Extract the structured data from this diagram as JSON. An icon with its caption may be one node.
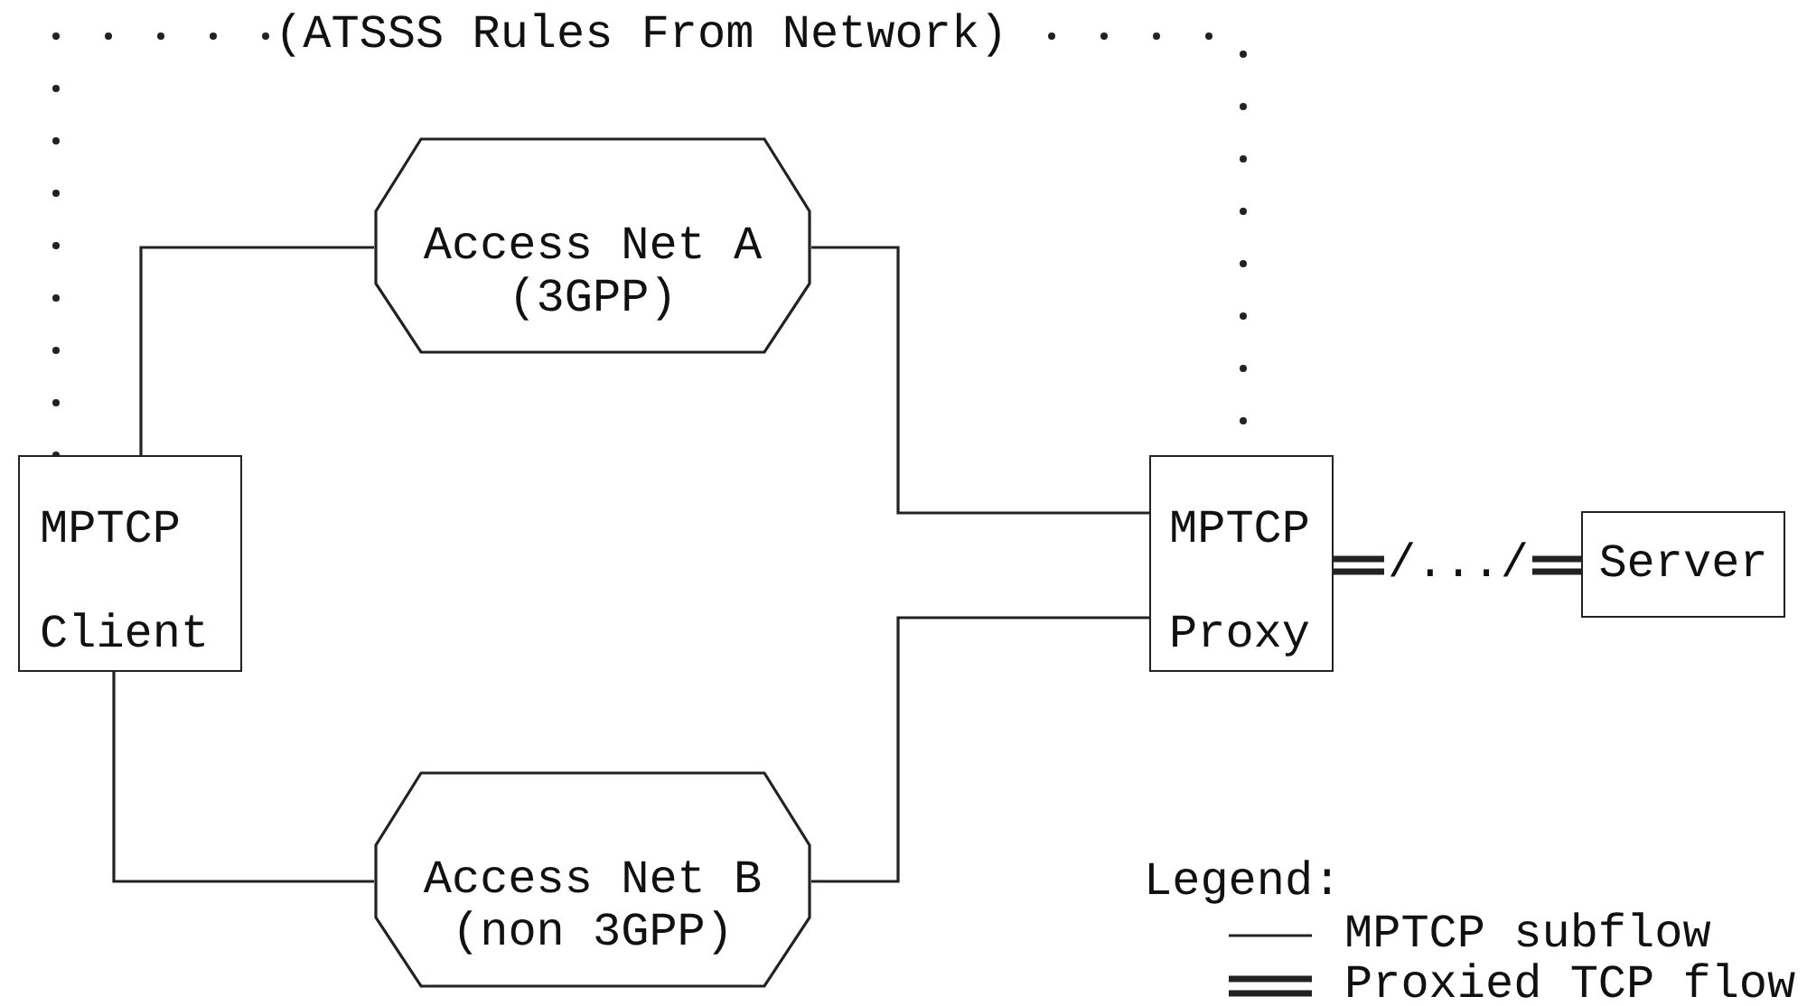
{
  "diagram": {
    "nodes": [
      {
        "text": [
          "MPTCP Client"
        ]
      },
      {
        "text": [
          "Access Net A (3GPP)"
        ]
      },
      {
        "text": [
          "Access Net B (non 3GPP)"
        ]
      },
      {
        "text": [
          "MPTCP Proxy"
        ]
      },
      {
        "text": [
          "Server"
        ]
      }
    ],
    "edges": [
      {
        "from": 0,
        "to": 1,
        "arrow": "none"
      },
      {
        "from": 1,
        "to": 3,
        "arrow": "none"
      },
      {
        "from": 0,
        "to": 2,
        "arrow": "none"
      },
      {
        "from": 2,
        "to": 3,
        "arrow": "none"
      },
      {
        "from": 3,
        "to": 4,
        "arrow": "none",
        "label": "/.../",
        "style": "thick"
      },
      {
        "from": 0,
        "to": 3,
        "arrow": "none",
        "label": "(ATSSS Rules From Network)",
        "style": "dashed"
      }
    ],
    "labels": [
      "Legend:"
    ],
    "legend": [
      {
        "text": "MPTCP subflow"
      },
      {
        "text": "Proxied TCP flow"
      }
    ]
  }
}
